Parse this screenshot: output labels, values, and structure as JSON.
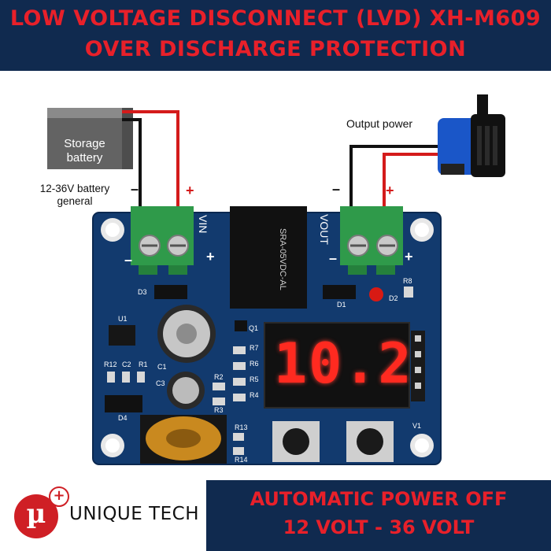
{
  "header": {
    "title_line1": "LOW VOLTAGE DISCONNECT (LVD) XH-M609",
    "title_line2": "OVER DISCHARGE PROTECTION"
  },
  "diagram": {
    "battery_label": "Storage battery",
    "battery_note": "12-36V battery general",
    "output_label": "Output power",
    "minus_sign": "–",
    "plus_sign": "+",
    "board_labels": {
      "vin": "VIN",
      "vout": "VOUT",
      "minus": "–",
      "plus": "+",
      "d3": "D3",
      "d1": "D1",
      "d2": "D2",
      "d4": "D4",
      "r8": "R8",
      "u1": "U1",
      "q1": "Q1",
      "r7": "R7",
      "r6": "R6",
      "r5": "R5",
      "r4": "R4",
      "r2": "R2",
      "r3": "R3",
      "c1": "C1",
      "c3": "C3",
      "c2": "C2",
      "r12": "R12",
      "r1": "R1",
      "r13": "R13",
      "r14": "R14",
      "v1": "V1",
      "relay_text": "SRA-05VDC-AL"
    },
    "display_value": "10.2"
  },
  "footer": {
    "brand_mark": "µ",
    "brand_plus": "+",
    "brand_name": "UNIQUE TECH",
    "tagline_line1": "AUTOMATIC POWER OFF",
    "tagline_line2": "12 VOLT - 36 VOLT"
  },
  "colors": {
    "banner_bg": "#102a4f",
    "banner_text": "#e8202a",
    "pcb": "#123a6e",
    "terminal": "#2f9a4a",
    "wire_red": "#d41b1b",
    "wire_black": "#111111"
  }
}
